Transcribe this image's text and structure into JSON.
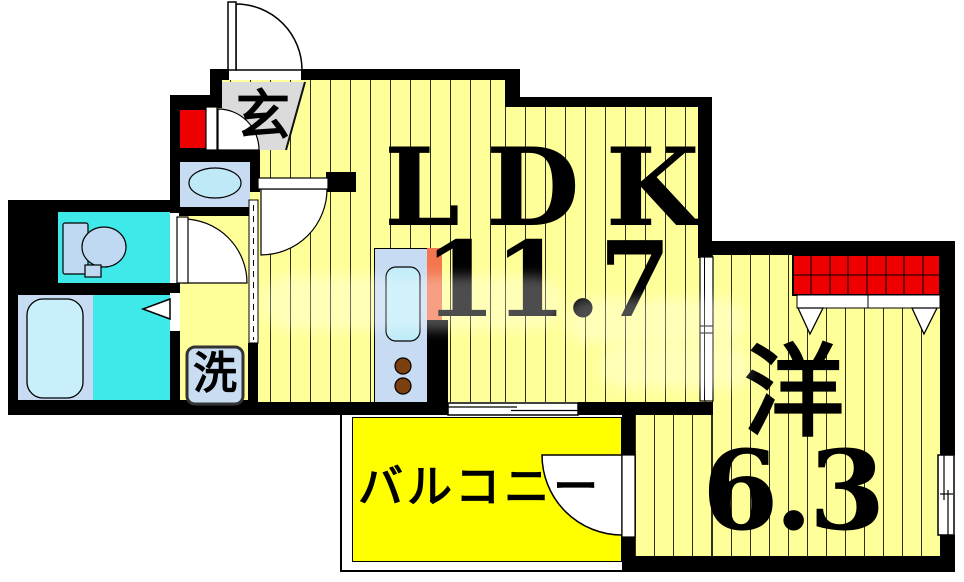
{
  "floorplan": {
    "rooms": {
      "ldk": {
        "label": "LDK",
        "area": "11.7"
      },
      "western_room": {
        "label": "洋",
        "area": "6.3"
      },
      "balcony": {
        "label": "バルコニー"
      },
      "entrance": {
        "label": "玄"
      },
      "laundry": {
        "label": "洗"
      }
    },
    "colors": {
      "floor_yellow": "#FFFF99",
      "balcony_yellow": "#FFFF00",
      "wet_area_cyan": "#3FE9E9",
      "fixture_blue": "#C7DCF3",
      "closet_red": "#EE0000",
      "accent_orange": "#F4764E",
      "entrance_gray": "#DBDBDB",
      "wall_black": "#000000"
    }
  }
}
